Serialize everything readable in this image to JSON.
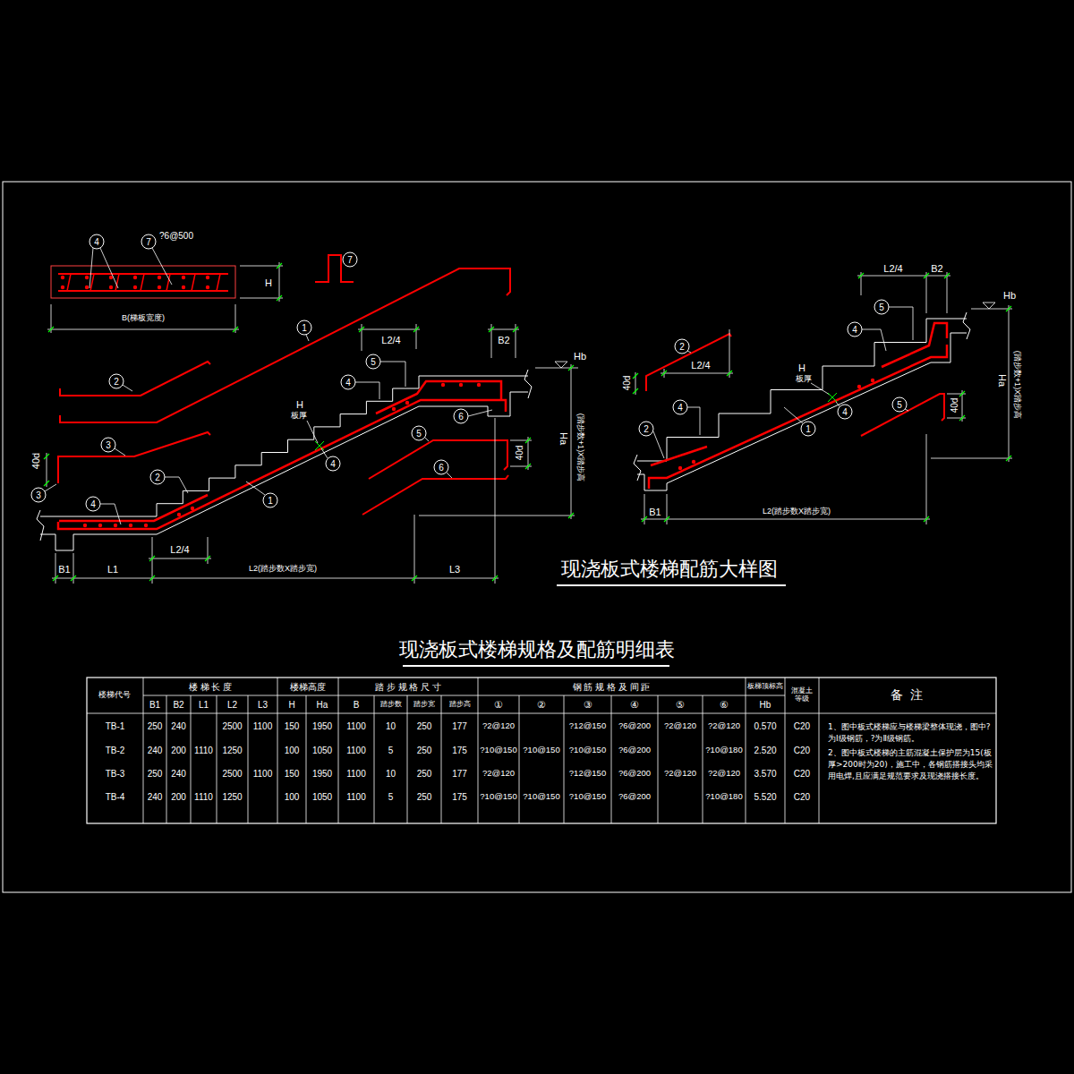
{
  "diagram": {
    "title": "现浇板式楼梯配筋大样图",
    "labels": [
      "4",
      "7",
      "?6@500",
      "H",
      "B(梯板宽度)",
      "7",
      "1",
      "2",
      "3",
      "40d",
      "3",
      "4",
      "2",
      "1",
      "4",
      "H",
      "板厚",
      "5",
      "4",
      "6",
      "L2/4",
      "B2",
      "Hb",
      "5",
      "40d",
      "6",
      "Ha",
      "(踏步数+1)X踏步高",
      "L2/4",
      "B1",
      "L1",
      "L2(踏步数X踏步宽)",
      "L3",
      "L2/4",
      "B2",
      "5",
      "Hb",
      "4",
      "2",
      "40d",
      "L2/4",
      "H",
      "板厚",
      "4",
      "4",
      "5",
      "40d",
      "2",
      "1",
      "Ha",
      "(踏步数+1)X踏步高",
      "B1",
      "L2(踏步数X踏步宽)",
      "现浇板式楼梯规格及配筋明细表",
      "楼梯代号",
      "楼 梯 长 度",
      "楼梯高度",
      "踏 步 规 格 尺 寸",
      "钢 筋 规 格 及 间 距",
      "板梯顶标高",
      "混凝土等级",
      "备  注",
      "B1",
      "B2",
      "L1",
      "L2",
      "L3",
      "H",
      "Ha",
      "B",
      "踏步数",
      "踏步宽",
      "踏步高",
      "①",
      "②",
      "③",
      "④",
      "⑤",
      "⑥",
      "Hb",
      "TB-1",
      "250",
      "240",
      "2500",
      "1100",
      "150",
      "1950",
      "1100",
      "10",
      "250",
      "177",
      "?2@120",
      "?12@150",
      "?6@200",
      "?2@120",
      "?2@120",
      "0.570",
      "C20",
      "TB-2",
      "240",
      "200",
      "1110",
      "1250",
      "100",
      "1050",
      "1100",
      "5",
      "250",
      "175",
      "?10@150",
      "?10@150",
      "?10@150",
      "?6@200",
      "?10@180",
      "2.520",
      "C20",
      "TB-3",
      "250",
      "240",
      "2500",
      "1100",
      "150",
      "1950",
      "1100",
      "10",
      "250",
      "177",
      "?2@120",
      "?12@150",
      "?6@200",
      "?2@120",
      "?2@120",
      "3.570",
      "C20",
      "TB-4",
      "240",
      "200",
      "1110",
      "1250",
      "100",
      "1050",
      "1100",
      "5",
      "250",
      "175",
      "?10@150",
      "?10@150",
      "?10@150",
      "?6@200",
      "?10@180",
      "5.520",
      "C20",
      "1、图中板式楼梯应与楼梯梁整体现浇，图中?为Ⅰ级钢筋，?为Ⅱ级钢筋。",
      "2、图中板式楼梯的主筋混凝土保护层为15(板厚>200时为20)，施工中，各钢筋搭接头均采用电焊,且应满足规范要求及现浇搭接长度。"
    ]
  }
}
